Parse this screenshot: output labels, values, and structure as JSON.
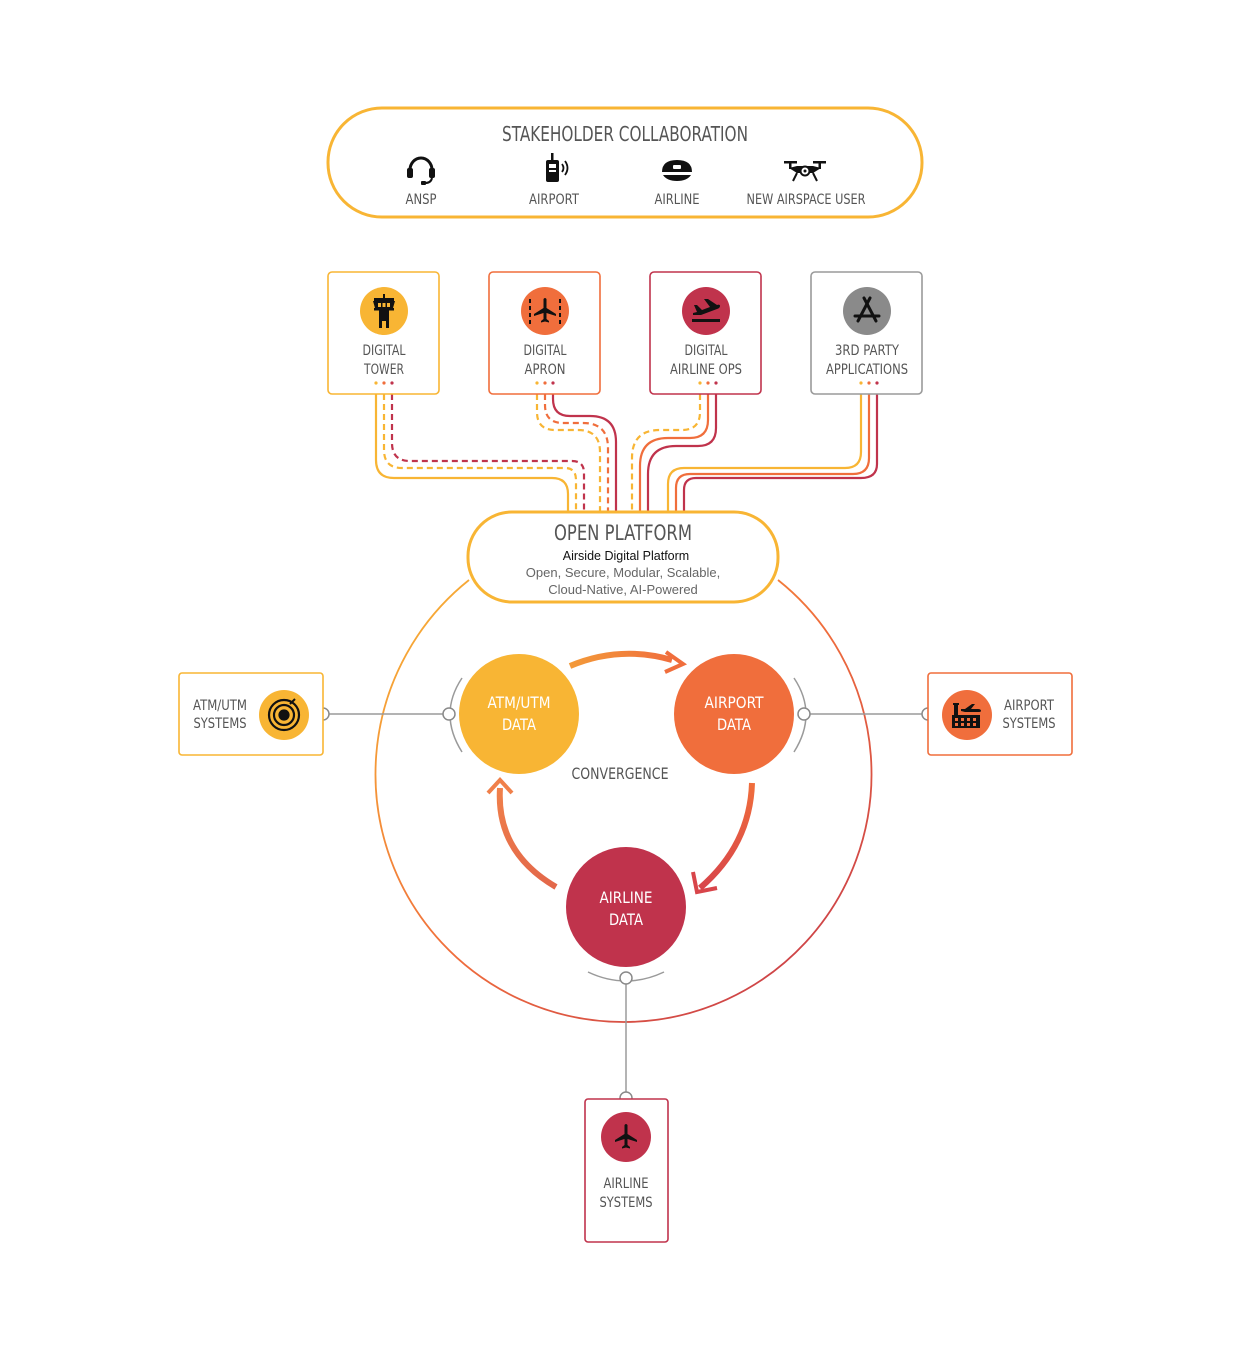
{
  "stakeholders": {
    "title": "STAKEHOLDER COLLABORATION",
    "items": [
      {
        "label": "ANSP",
        "icon": "headset-icon"
      },
      {
        "label": "AIRPORT",
        "icon": "radio-icon"
      },
      {
        "label": "AIRLINE",
        "icon": "pilot-cap-icon"
      },
      {
        "label": "NEW AIRSPACE USER",
        "icon": "drone-icon"
      }
    ]
  },
  "apps": [
    {
      "line1": "DIGITAL",
      "line2": "TOWER",
      "icon": "control-tower-icon",
      "color": "#F8B534"
    },
    {
      "line1": "DIGITAL",
      "line2": "APRON",
      "icon": "apron-plane-icon",
      "color": "#F06E3C"
    },
    {
      "line1": "DIGITAL",
      "line2": "AIRLINE OPS",
      "icon": "departure-icon",
      "color": "#C0334C"
    },
    {
      "line1": "3RD PARTY",
      "line2": "APPLICATIONS",
      "icon": "app-store-icon",
      "color": "#8A8A8A"
    }
  ],
  "platform": {
    "title": "OPEN PLATFORM",
    "subtitle": "Airside Digital Platform",
    "desc1": "Open, Secure, Modular, Scalable,",
    "desc2": "Cloud-Native, AI-Powered"
  },
  "convergence": {
    "label": "CONVERGENCE",
    "atm": {
      "line1": "ATM/UTM",
      "line2": "DATA",
      "color": "#F8B534"
    },
    "airport": {
      "line1": "AIRPORT",
      "line2": "DATA",
      "color": "#F06E3C"
    },
    "airline": {
      "line1": "AIRLINE",
      "line2": "DATA",
      "color": "#C0334C"
    }
  },
  "systems": {
    "atm": {
      "line1": "ATM/UTM",
      "line2": "SYSTEMS",
      "icon": "radar-icon"
    },
    "airport": {
      "line1": "AIRPORT",
      "line2": "SYSTEMS",
      "icon": "airport-building-icon"
    },
    "airline": {
      "line1": "AIRLINE",
      "line2": "SYSTEMS",
      "icon": "airplane-icon"
    }
  },
  "colors": {
    "yellow": "#F8B534",
    "orange": "#F06E3C",
    "red": "#C0334C",
    "gray": "#8A8A8A",
    "text": "#555555"
  }
}
